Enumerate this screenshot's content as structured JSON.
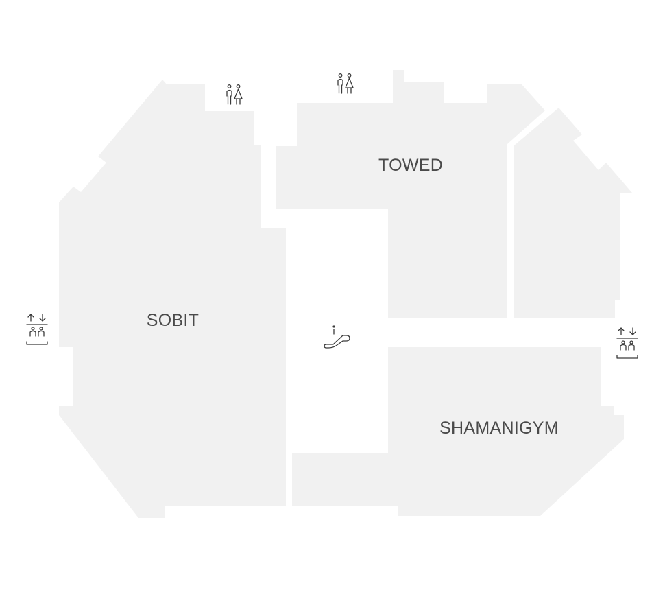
{
  "floor_map": {
    "stores": [
      {
        "id": "sobit",
        "label": "SOBIT"
      },
      {
        "id": "towed",
        "label": "TOWED"
      },
      {
        "id": "shamanigym",
        "label": "SHAMANIGYM"
      },
      {
        "id": "east-unit",
        "label": ""
      }
    ],
    "facilities": [
      {
        "type": "restroom",
        "icon": "restroom-icon"
      },
      {
        "type": "restroom",
        "icon": "restroom-icon"
      },
      {
        "type": "elevator",
        "icon": "elevator-icon"
      },
      {
        "type": "elevator",
        "icon": "elevator-icon"
      },
      {
        "type": "escalator",
        "icon": "escalator-icon"
      }
    ],
    "colors": {
      "background": "#ffffff",
      "store_fill": "#f1f1f1",
      "label_text": "#4a4a4a",
      "icon_stroke": "#3a3a3a"
    }
  }
}
